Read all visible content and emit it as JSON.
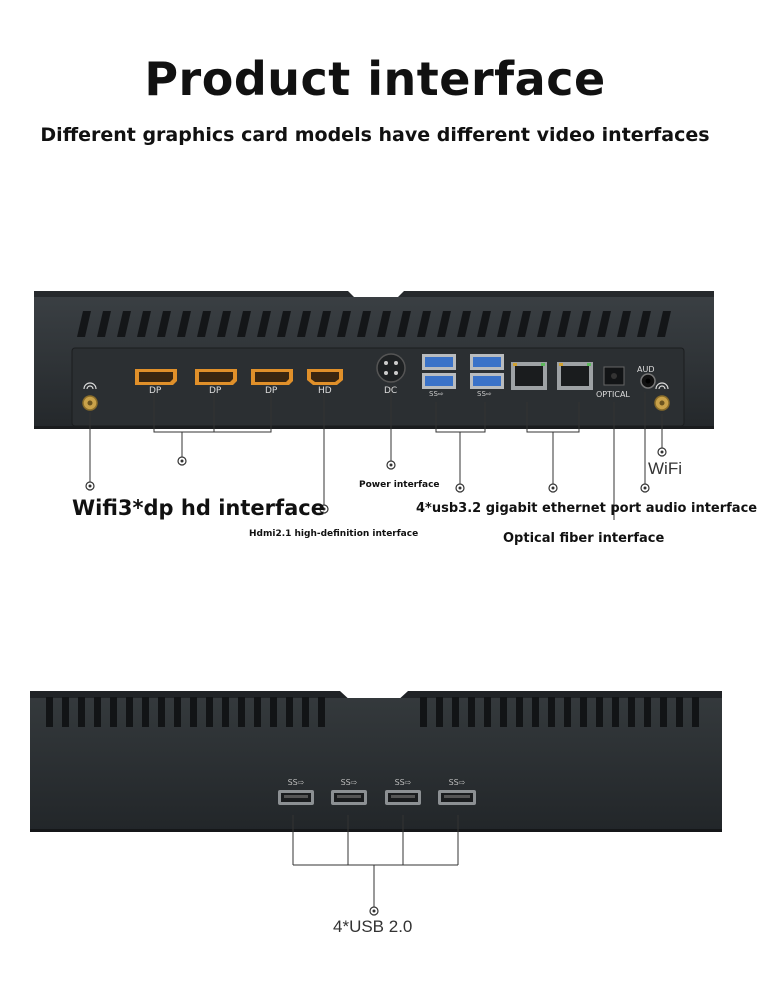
{
  "header": {
    "title": "Product interface",
    "subtitle": "Different graphics card models have different video interfaces"
  },
  "rear_panel": {
    "port_labels": {
      "dp1": "DP",
      "dp2": "DP",
      "dp3": "DP",
      "hd": "HD",
      "dc": "DC",
      "optical": "OPTICAL",
      "aud": "AUD",
      "usb_a": "SS⇨",
      "usb_b": "SS⇨"
    },
    "callouts": {
      "wifi": "WiFi",
      "display": "Wifi3*dp hd interface",
      "power": "Power interface",
      "hdmi": "Hdmi2.1 high-definition interface",
      "usb_lan_audio": "4*usb3.2 gigabit ethernet port audio interface",
      "optical": "Optical fiber interface"
    }
  },
  "front_panel": {
    "callouts": {
      "usb": "4*USB 2.0"
    }
  },
  "colors": {
    "chassis": "#2f3336",
    "chassis_dark": "#1c1f21",
    "dp_port": "#e0902a",
    "usb3_port": "#3a72c8",
    "gold_connector": "#c9a24a",
    "callout_line": "#333333"
  }
}
